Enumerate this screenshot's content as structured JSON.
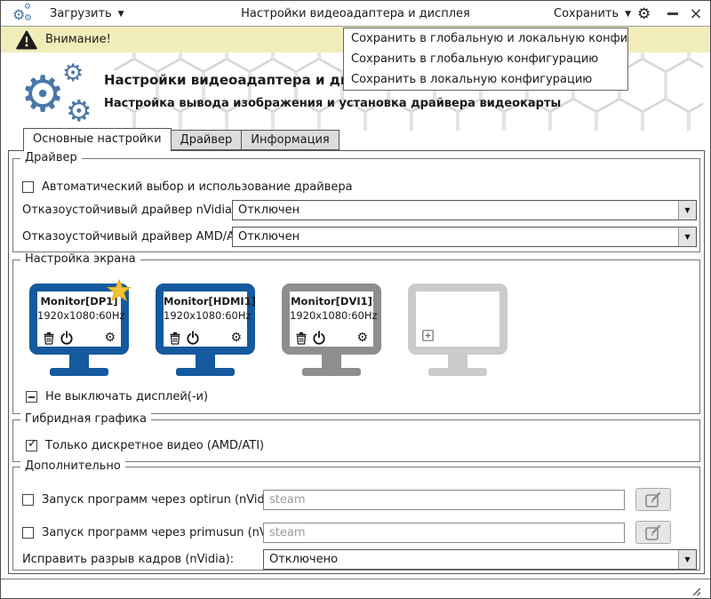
{
  "icons": {
    "gear": "⚙",
    "dropdown_arrow": "▼",
    "check": "✓",
    "close": "×"
  },
  "colors": {
    "accent_blue": "#4a77a8",
    "monitor_blue": "#15599e",
    "monitor_gray": "#8e8e8e",
    "monitor_ghost": "#cbcbcb",
    "banner_yellow": "#f1edbb",
    "star_gold": "#f2c436"
  },
  "toolbar": {
    "load_label": "Загрузить",
    "title": "Настройки видеоадаптера и дисплея",
    "save_label": "Сохранить"
  },
  "banner": {
    "text": "Внимание!"
  },
  "save_menu": {
    "items": [
      "Сохранить в глобальную и локальную конфигурацию",
      "Сохранить в глобальную конфигурацию",
      "Сохранить в локальную конфигурацию"
    ]
  },
  "header": {
    "title": "Настройки видеоадаптера и дисплея",
    "subtitle": "Настройка вывода изображения и установка драйвера видеокарты"
  },
  "tabs": [
    {
      "label": "Основные настройки"
    },
    {
      "label": "Драйвер"
    },
    {
      "label": "Информация"
    }
  ],
  "driver_group": {
    "legend": "Драйвер",
    "auto_driver_label": "Автоматический выбор и использование драйвера",
    "nvidia_failsafe": {
      "label": "Отказоустойчивый драйвер nVidia:",
      "value": "Отключен"
    },
    "amd_failsafe": {
      "label": "Отказоустойчивый драйвер AMD/ATI:",
      "value": "Отключен"
    }
  },
  "screen_group": {
    "legend": "Настройка экрана",
    "monitors": [
      {
        "name": "Monitor[DP1]",
        "mode": "1920x1080:60Hz",
        "primary": true,
        "state": "active"
      },
      {
        "name": "Monitor[HDMI1]",
        "mode": "1920x1080:60Hz",
        "primary": false,
        "state": "active"
      },
      {
        "name": "Monitor[DVI1]",
        "mode": "1920x1080:60Hz",
        "primary": false,
        "state": "disabled"
      },
      {
        "name": "",
        "mode": "",
        "primary": false,
        "state": "empty"
      }
    ],
    "keep_on_label": "Не выключать дисплей(-и)"
  },
  "hybrid_group": {
    "legend": "Гибридная графика",
    "discrete_only_label": "Только дискретное видео (AMD/ATI)"
  },
  "extra_group": {
    "legend": "Дополнительно",
    "optirun": {
      "label": "Запуск программ через optirun (nVidia):",
      "placeholder": "steam"
    },
    "primusrun": {
      "label": "Запуск программ через primusun (nVidia):",
      "placeholder": "steam"
    },
    "tear_fix": {
      "label": "Исправить разрыв кадров (nVidia):",
      "value": "Отключено"
    }
  }
}
